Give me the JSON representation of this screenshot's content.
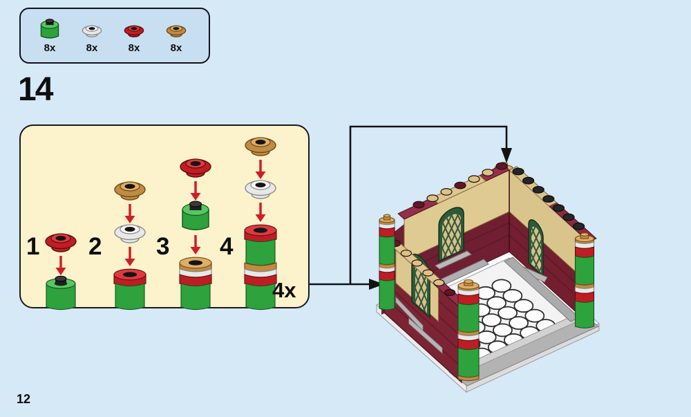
{
  "page": {
    "step_number": "14",
    "number": "12"
  },
  "parts_callout": {
    "parts": [
      {
        "id": "green-round-brick-1x1",
        "shape": "round-brick",
        "color": "green",
        "qty": "8x"
      },
      {
        "id": "white-round-plate-1x1",
        "shape": "round-plate",
        "color": "white",
        "qty": "8x"
      },
      {
        "id": "red-round-plate-1x1",
        "shape": "round-plate",
        "color": "red",
        "qty": "8x"
      },
      {
        "id": "pearl-gold-round-plate-1x1",
        "shape": "round-plate",
        "color": "gold",
        "qty": "8x"
      }
    ]
  },
  "substeps": {
    "repeat_label": "4x",
    "items": [
      {
        "label": "1",
        "floats": [
          "red-plate"
        ],
        "result": [
          "green-brick"
        ]
      },
      {
        "label": "2",
        "floats": [
          "gold-plate",
          "white-plate"
        ],
        "result": [
          "red-plate",
          "green-brick"
        ]
      },
      {
        "label": "3",
        "floats": [
          "red-plate",
          "green-brick"
        ],
        "result": [
          "gold-plate",
          "white-plate",
          "red-plate",
          "green-brick"
        ]
      },
      {
        "label": "4",
        "floats": [
          "gold-plate",
          "white-plate"
        ],
        "result": [
          "red-plate",
          "green-brick",
          "gold-plate",
          "white-plate",
          "red-plate",
          "green-brick"
        ]
      }
    ]
  },
  "colors": {
    "background": "#d5e9f7",
    "callout_fill": "#c7dff1",
    "panel_fill": "#fcf2cc",
    "arrow_red": "#cf1f26",
    "connector_black": "#121212",
    "green": "#2ea23d",
    "red": "#bf1d24",
    "white": "#f0f0f0",
    "gold": "#c08b42",
    "maroon": "#7c2334",
    "tan": "#dcc88e"
  }
}
